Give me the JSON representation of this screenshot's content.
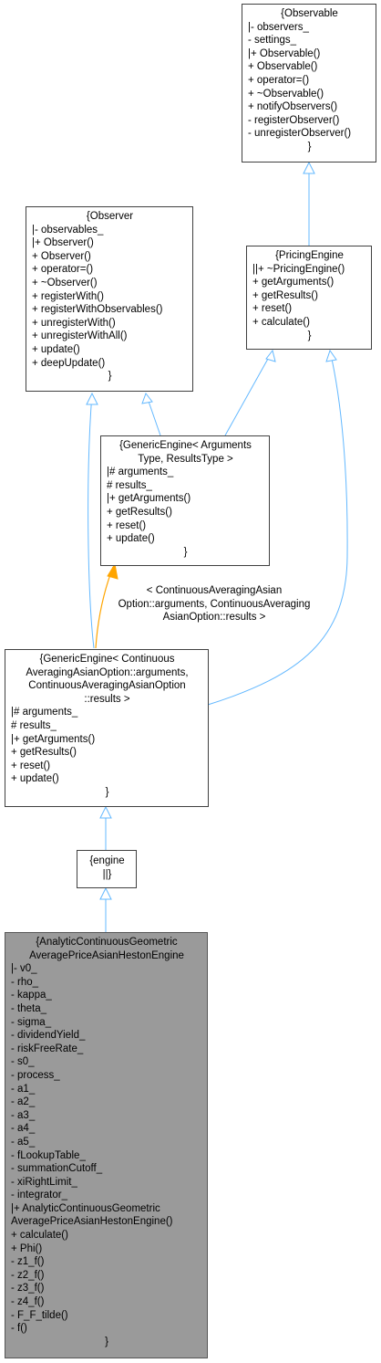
{
  "nodes": {
    "observable": {
      "title": "{Observable",
      "members": [
        "|- observers_",
        "- settings_",
        "|+ Observable()",
        "+ Observable()",
        "+ operator=()",
        "+ ~Observable()",
        "+ notifyObservers()",
        "- registerObserver()",
        "- unregisterObserver()"
      ],
      "close": "}"
    },
    "observer": {
      "title": "{Observer",
      "members": [
        "|- observables_",
        "|+ Observer()",
        "+ Observer()",
        "+ operator=()",
        "+ ~Observer()",
        "+ registerWith()",
        "+ registerWithObservables()",
        "+ unregisterWith()",
        "+ unregisterWithAll()",
        "+ update()",
        "+ deepUpdate()"
      ],
      "close": "}"
    },
    "pricing_engine": {
      "title": "{PricingEngine",
      "members": [
        "||+ ~PricingEngine()",
        "+ getArguments()",
        "+ getResults()",
        "+ reset()",
        "+ calculate()"
      ],
      "close": "}"
    },
    "generic_engine": {
      "title": "{GenericEngine< Arguments\nType, ResultsType >",
      "members": [
        "|# arguments_",
        "# results_",
        "|+ getArguments()",
        "+ getResults()",
        "+ reset()",
        "+ update()"
      ],
      "close": "}"
    },
    "generic_engine_inst": {
      "title": "{GenericEngine< Continuous\nAveragingAsianOption::arguments,\nContinuousAveragingAsianOption\n::results >",
      "members": [
        "|# arguments_",
        "# results_",
        "|+ getArguments()",
        "+ getResults()",
        "+ reset()",
        "+ update()"
      ],
      "close": "}"
    },
    "engine": {
      "title": "{engine\n||}"
    },
    "analytic_engine": {
      "title": "{AnalyticContinuousGeometric\nAveragePriceAsianHestonEngine",
      "members": [
        "|- v0_",
        "- rho_",
        "- kappa_",
        "- theta_",
        "- sigma_",
        "- dividendYield_",
        "- riskFreeRate_",
        "- s0_",
        "- process_",
        "- a1_",
        "- a2_",
        "- a3_",
        "- a4_",
        "- a5_",
        "- fLookupTable_",
        "- summationCutoff_",
        "- xiRightLimit_",
        "- integrator_",
        "|+ AnalyticContinuousGeometric",
        "AveragePriceAsianHestonEngine()",
        "+ calculate()",
        "+ Phi()",
        "- z1_f()",
        "- z2_f()",
        "- z3_f()",
        "- z4_f()",
        "- F_F_tilde()",
        "- f()"
      ],
      "close": "}"
    }
  },
  "template_label": "< ContinuousAveragingAsian\nOption::arguments, ContinuousAveraging\nAsianOption::results >",
  "colors": {
    "inheritance": "#63b8ff",
    "template": "#ffa500",
    "highlight_fill": "#9a9a9a"
  }
}
